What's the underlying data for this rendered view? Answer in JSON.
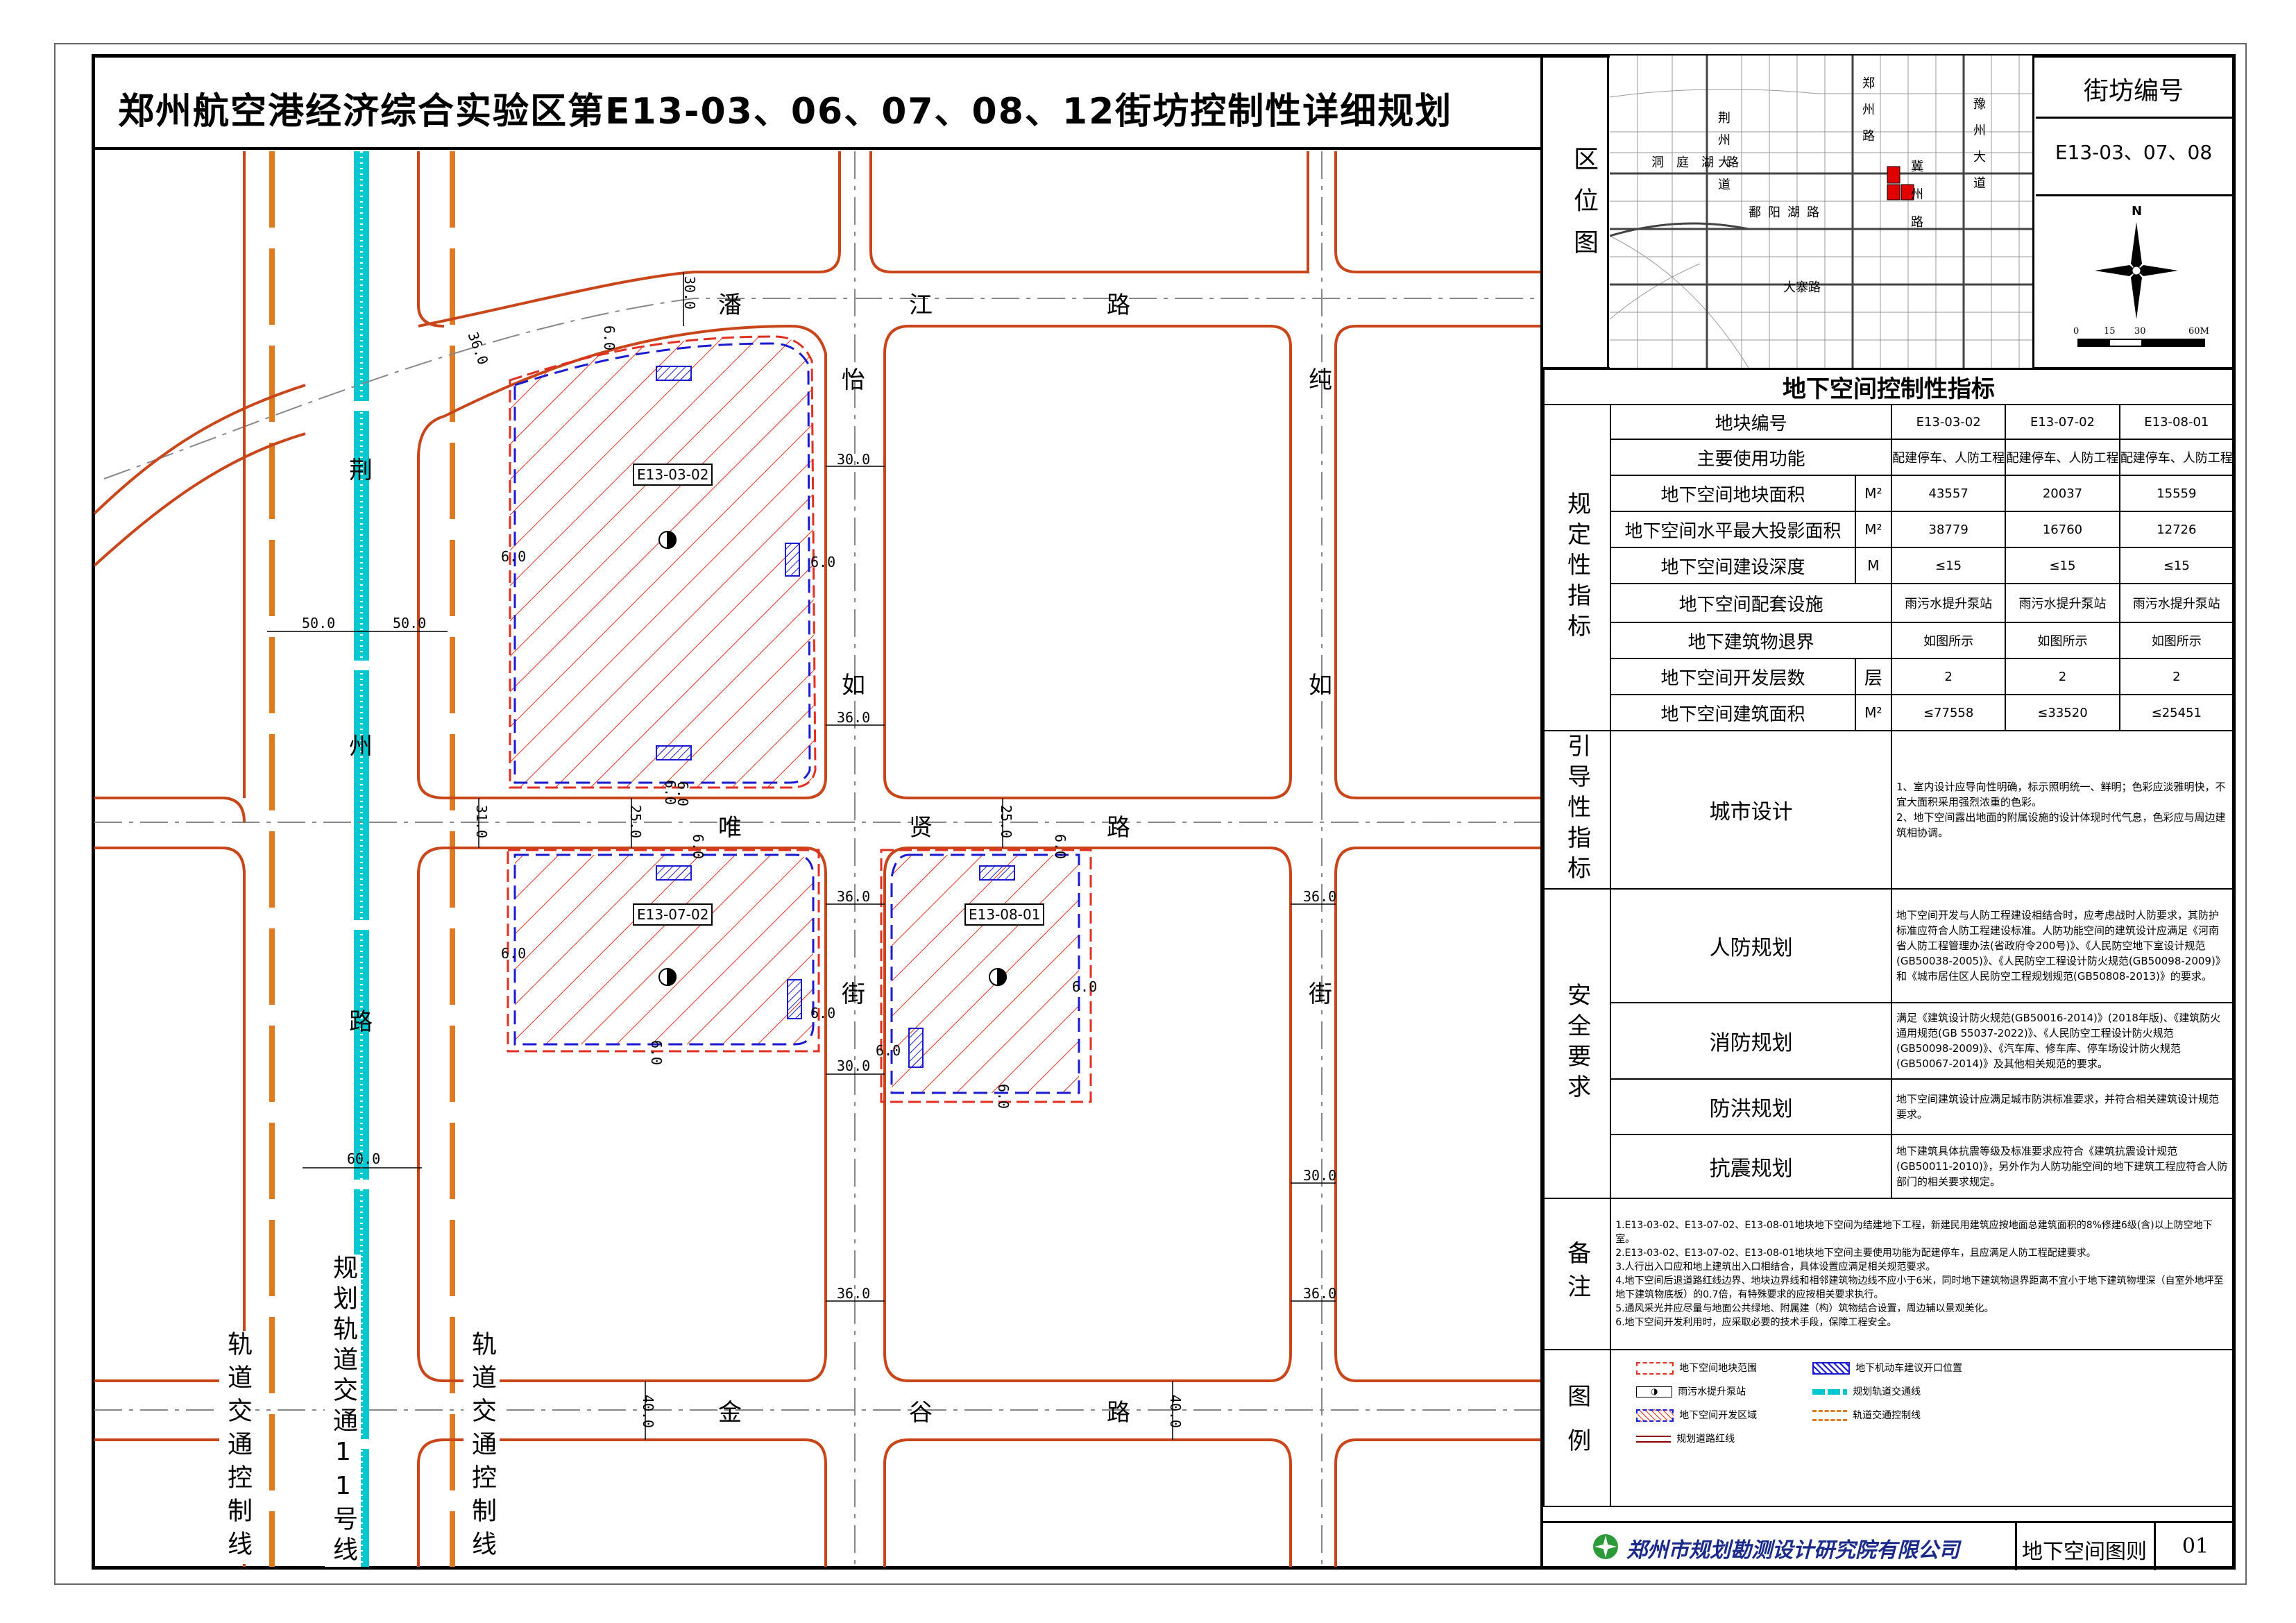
{
  "title": "郑州航空港经济综合实验区第E13-03、06、07、08、12街坊控制性详细规划",
  "block_number_header": "街坊编号",
  "block_numbers": "E13-03、07、08",
  "location_map_label": "区位图",
  "location_map": {
    "roads": [
      "洞庭湖路",
      "鄱阳湖路",
      "大寨路",
      "荆州大道",
      "郑州路",
      "冀州路",
      "豫州大道"
    ],
    "north": "N",
    "scale": [
      "0",
      "15",
      "30",
      "60M"
    ]
  },
  "map": {
    "roads": {
      "panjiang": [
        "潘",
        "江",
        "路"
      ],
      "weixian": [
        "唯",
        "贤",
        "路"
      ],
      "jingu": [
        "金",
        "谷",
        "路"
      ],
      "yiru": [
        "怡",
        "如",
        "街"
      ],
      "chunru": [
        "纯",
        "如",
        "街"
      ],
      "jingzhou": [
        "荆",
        "州",
        "路"
      ]
    },
    "plots": [
      "E13-03-02",
      "E13-07-02",
      "E13-08-01"
    ],
    "rail_label": "规划轨道交通11号线",
    "rail_control_left": "轨道交通控制线",
    "rail_control_right": "轨道交通控制线",
    "dims": [
      "30.0",
      "36.0",
      "30.0",
      "36.0",
      "50.0",
      "50.0",
      "31.0",
      "25.0",
      "25.0",
      "36.0",
      "36.0",
      "30.0",
      "60.0",
      "30.0",
      "36.0",
      "36.0",
      "40.0",
      "40.0",
      "6.0",
      "6.0",
      "6.0",
      "6.0",
      "6.0",
      "6.0",
      "6.0",
      "6.0",
      "6.0",
      "6.0",
      "6.0",
      "6.0",
      "6.0"
    ]
  },
  "table": {
    "header": "地下空间控制性指标",
    "plot_label": "地块编号",
    "plots": [
      "E13-03-02",
      "E13-07-02",
      "E13-08-01"
    ],
    "section_mandatory": "规定性指标",
    "rows": [
      {
        "name": "主要使用功能",
        "unit": "",
        "values": [
          "配建停车、人防工程",
          "配建停车、人防工程",
          "配建停车、人防工程"
        ]
      },
      {
        "name": "地下空间地块面积",
        "unit": "M²",
        "values": [
          "43557",
          "20037",
          "15559"
        ]
      },
      {
        "name": "地下空间水平最大投影面积",
        "unit": "M²",
        "values": [
          "38779",
          "16760",
          "12726"
        ]
      },
      {
        "name": "地下空间建设深度",
        "unit": "M",
        "values": [
          "≤15",
          "≤15",
          "≤15"
        ]
      },
      {
        "name": "地下空间配套设施",
        "unit": "",
        "values": [
          "雨污水提升泵站",
          "雨污水提升泵站",
          "雨污水提升泵站"
        ]
      },
      {
        "name": "地下建筑物退界",
        "unit": "",
        "values": [
          "如图所示",
          "如图所示",
          "如图所示"
        ]
      },
      {
        "name": "地下空间开发层数",
        "unit": "层",
        "values": [
          "2",
          "2",
          "2"
        ]
      },
      {
        "name": "地下空间建筑面积",
        "unit": "M²",
        "values": [
          "≤77558",
          "≤33520",
          "≤25451"
        ]
      }
    ],
    "section_guide": "引导性指标",
    "urban_design": "城市设计",
    "urban_design_text": "1、室内设计应导向性明确，标示照明统一、鲜明；色彩应淡雅明快，不宜大面积采用强烈浓重的色彩。\n2、地下空间露出地面的附属设施的设计体现时代气息，色彩应与周边建筑相协调。",
    "section_safety": "安全要求",
    "safety": [
      {
        "name": "人防规划",
        "text": "地下空间开发与人防工程建设相结合时，应考虑战时人防要求，其防护标准应符合人防工程建设标准。人防功能空间的建筑设计应满足《河南省人防工程管理办法(省政府令200号)》、《人民防空地下室设计规范(GB50038-2005)》、《人民防空工程设计防火规范(GB50098-2009)》和《城市居住区人民防空工程规划规范(GB50808-2013)》的要求。"
      },
      {
        "name": "消防规划",
        "text": "满足《建筑设计防火规范(GB50016-2014)》(2018年版)、《建筑防火通用规范(GB 55037-2022)》、《人民防空工程设计防火规范(GB50098-2009)》、《汽车库、修车库、停车场设计防火规范(GB50067-2014)》及其他相关规范的要求。"
      },
      {
        "name": "防洪规划",
        "text": "地下空间建筑设计应满足城市防洪标准要求，并符合相关建筑设计规范要求。"
      },
      {
        "name": "抗震规划",
        "text": "地下建筑具体抗震等级及标准要求应符合《建筑抗震设计规范(GB50011-2010)》，另外作为人防功能空间的地下建筑工程应符合人防部门的相关要求规定。"
      }
    ],
    "section_notes": "备注",
    "notes": [
      "1.E13-03-02、E13-07-02、E13-08-01地块地下空间为结建地下工程，新建民用建筑应按地面总建筑面积的8%修建6级(含)以上防空地下室。",
      "2.E13-03-02、E13-07-02、E13-08-01地块地下空间主要使用功能为配建停车，且应满足人防工程配建要求。",
      "3.人行出入口应和地上建筑出入口相结合，具体设置应满足相关规范要求。",
      "4.地下空间后退道路红线边界、地块边界线和相邻建筑物边线不应小于6米，同时地下建筑物退界距离不宜小于地下建筑物埋深（自室外地坪至地下建筑物底板）的0.7倍，有特殊要求的应按相关要求执行。",
      "5.通风采光井应尽量与地面公共绿地、附属建（构）筑物结合设置，周边辅以景观美化。",
      "6.地下空间开发利用时，应采取必要的技术手段，保障工程安全。"
    ],
    "section_legend": "图例",
    "legend": [
      "地下空间地块范围",
      "地下机动车建议开口位置",
      "雨污水提升泵站",
      "规划轨道交通线",
      "地下空间开发区域",
      "轨道交通控制线",
      "规划道路红线"
    ]
  },
  "footer": {
    "company": "郑州市规划勘测设计研究院有限公司",
    "drawing_name": "地下空间图则",
    "drawing_no": "01"
  },
  "colors": {
    "road": "#c8461a",
    "rail": "#00c8d0",
    "control": "#e07a20",
    "plot_red": "#e03020",
    "blue": "#1a1ad0"
  }
}
